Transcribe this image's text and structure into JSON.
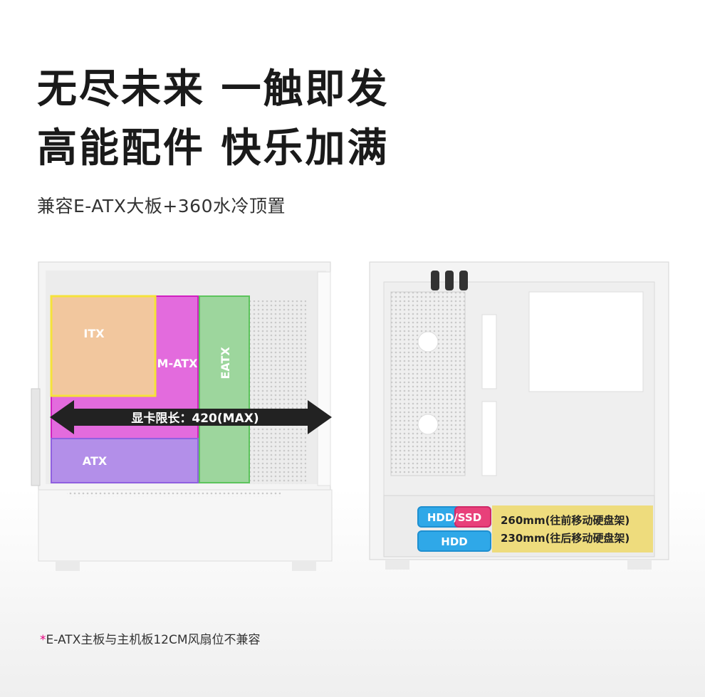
{
  "headline": {
    "line1": "无尽未来 一触即发",
    "line2": "高能配件 快乐加满"
  },
  "subtitle": "兼容E-ATX大板+360水冷顶置",
  "left_diagram": {
    "itx_label": "ITX",
    "matx_label": "M-ATX",
    "eatx_label": "EATX",
    "atx_label": "ATX",
    "gpu_label": "显卡限长：420(MAX)",
    "colors": {
      "itx": "#f5e23a",
      "matx": "#e040d8",
      "eatx": "#5cc45c",
      "atx": "#a070e8",
      "arrow": "#222222"
    }
  },
  "right_diagram": {
    "hdd_ssd_label": "HDD/SSD",
    "hdd_label": "HDD",
    "front_length": "260mm(往前移动硬盘架)",
    "rear_length": "230mm(往后移动硬盘架)",
    "colors": {
      "drive_blue": "#2fa8e8",
      "drive_pink": "#e8407a",
      "length_yellow": "#efd96a"
    }
  },
  "footnote": {
    "marker": "*",
    "text": "E-ATX主板与主机板12CM风扇位不兼容"
  }
}
